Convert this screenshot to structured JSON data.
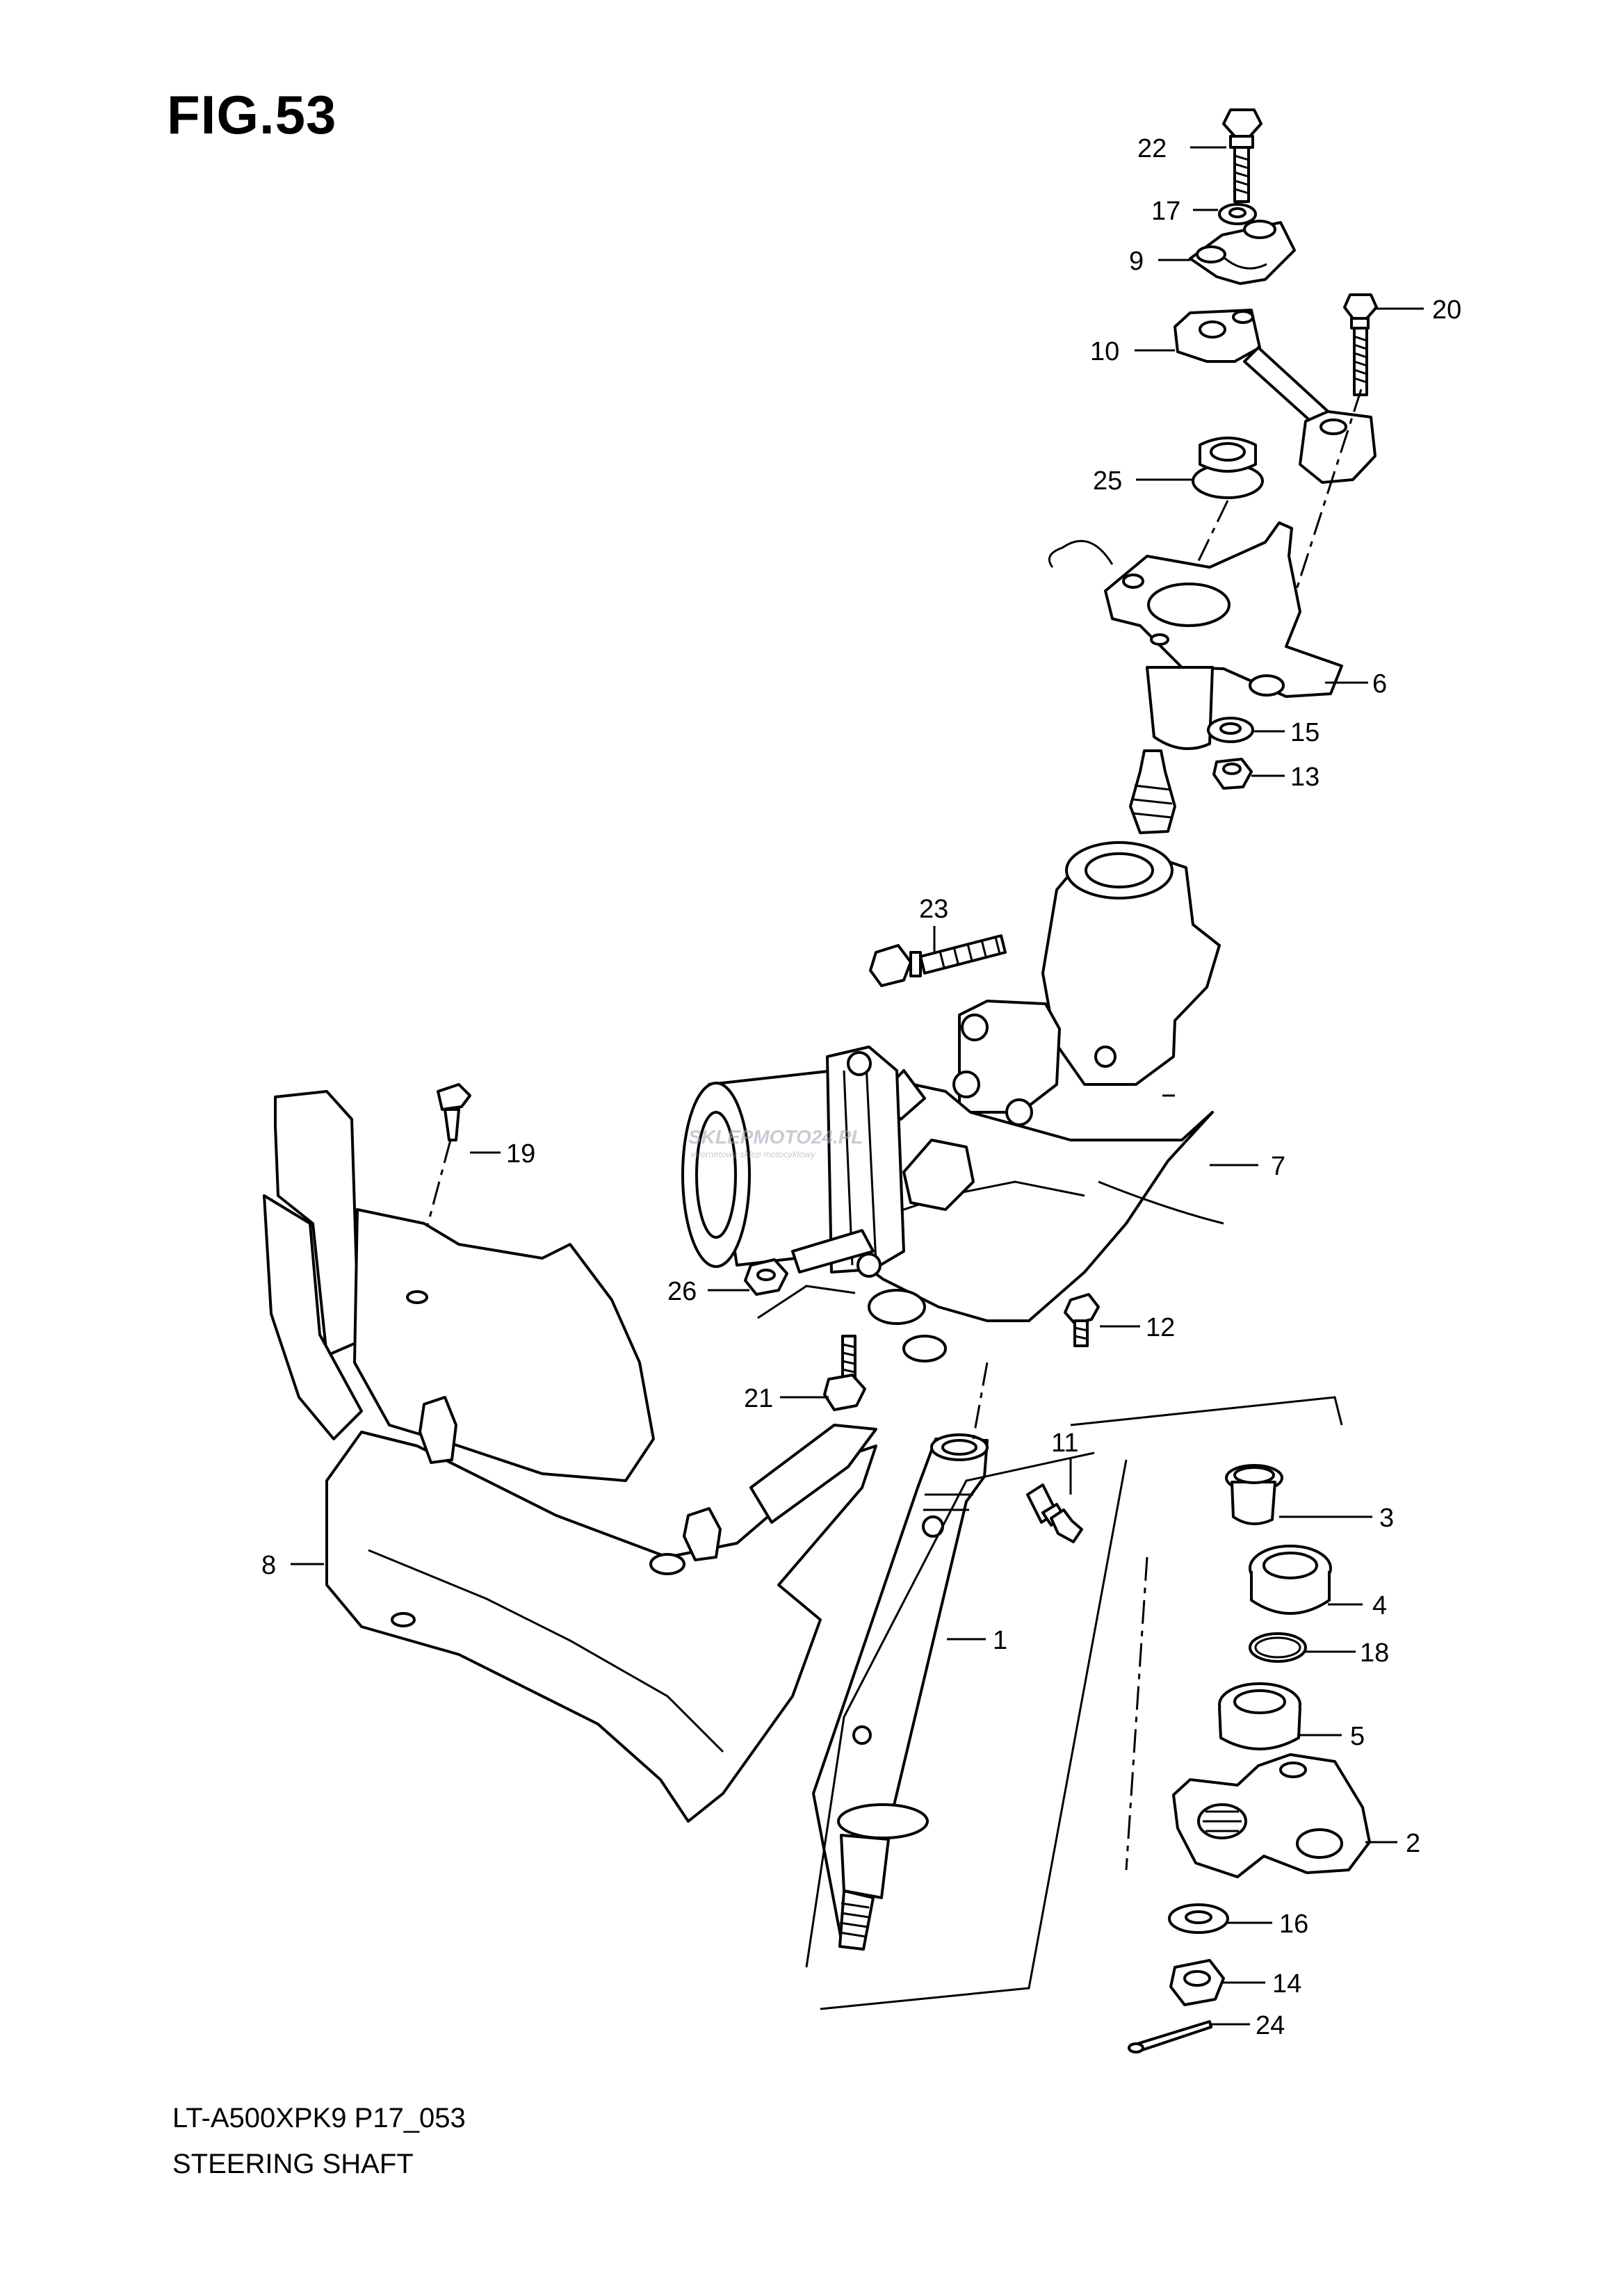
{
  "figure": {
    "title": "FIG.53",
    "model_code": "LT-A500XPK9 P17_053",
    "name": "STEERING SHAFT"
  },
  "watermark": {
    "brand": "SKLEPMOTO24.PL",
    "tagline": "internetowy sklep motocyklowy"
  },
  "callouts": {
    "p1": "1",
    "p2": "2",
    "p3": "3",
    "p4": "4",
    "p5": "5",
    "p6": "6",
    "p7": "7",
    "p8": "8",
    "p9": "9",
    "p10": "10",
    "p11": "11",
    "p12": "12",
    "p13": "13",
    "p14": "14",
    "p15": "15",
    "p16": "16",
    "p17": "17",
    "p18": "18",
    "p19": "19",
    "p20": "20",
    "p21": "21",
    "p22": "22",
    "p23": "23",
    "p24": "24",
    "p25": "25",
    "p26": "26"
  }
}
